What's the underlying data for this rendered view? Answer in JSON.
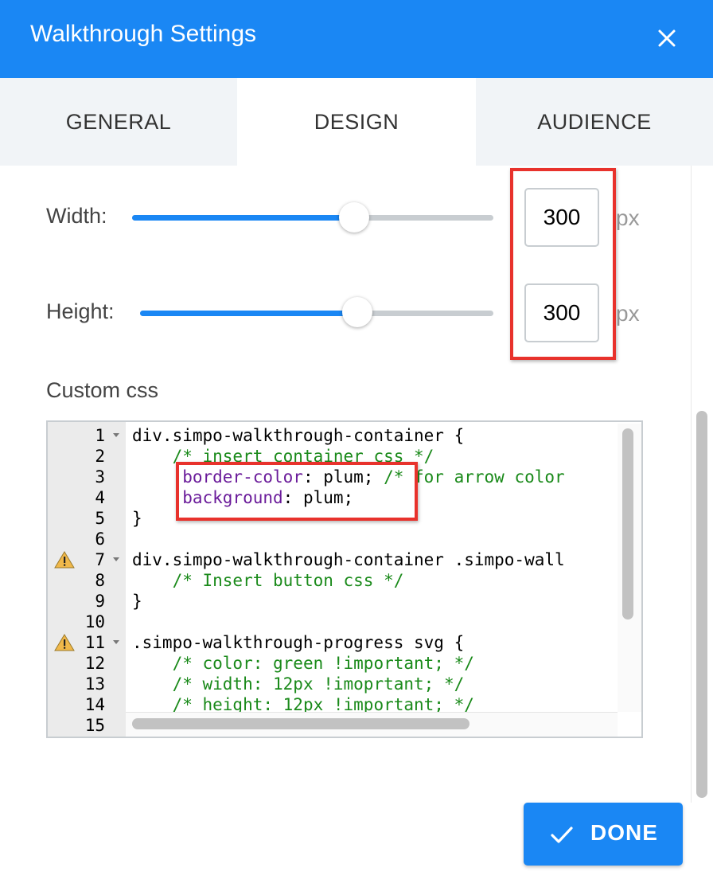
{
  "dialog": {
    "title": "Walkthrough Settings",
    "close_icon": "close-icon"
  },
  "tabs": [
    {
      "label": "GENERAL",
      "active": false
    },
    {
      "label": "DESIGN",
      "active": true
    },
    {
      "label": "AUDIENCE",
      "active": false
    }
  ],
  "width": {
    "label": "Width:",
    "value": "300",
    "unit": "px",
    "slider_fraction": 0.6
  },
  "height": {
    "label": "Height:",
    "value": "300",
    "unit": "px",
    "slider_fraction": 0.6
  },
  "custom_css": {
    "label": "Custom css",
    "line_numbers": [
      "1",
      "2",
      "3",
      "4",
      "5",
      "6",
      "7",
      "8",
      "9",
      "10",
      "11",
      "12",
      "13",
      "14",
      "15"
    ],
    "lines": [
      {
        "segs": [
          {
            "t": "div.simpo-walkthrough-container {",
            "c": "plain"
          }
        ]
      },
      {
        "segs": [
          {
            "t": "    ",
            "c": "plain"
          },
          {
            "t": "/* insert container css */",
            "c": "comment"
          }
        ]
      },
      {
        "segs": [
          {
            "t": "     ",
            "c": "plain"
          },
          {
            "t": "border-color",
            "c": "prop"
          },
          {
            "t": ": plum; ",
            "c": "plain"
          },
          {
            "t": "/* for arrow color",
            "c": "comment"
          }
        ]
      },
      {
        "segs": [
          {
            "t": "     ",
            "c": "plain"
          },
          {
            "t": "background",
            "c": "prop"
          },
          {
            "t": ": plum;",
            "c": "plain"
          }
        ]
      },
      {
        "segs": [
          {
            "t": "}",
            "c": "plain"
          }
        ]
      },
      {
        "segs": []
      },
      {
        "segs": [
          {
            "t": "div.simpo-walkthrough-container .simpo-wall",
            "c": "plain"
          }
        ]
      },
      {
        "segs": [
          {
            "t": "    ",
            "c": "plain"
          },
          {
            "t": "/* Insert button css */",
            "c": "comment"
          }
        ]
      },
      {
        "segs": [
          {
            "t": "}",
            "c": "plain"
          }
        ]
      },
      {
        "segs": []
      },
      {
        "segs": [
          {
            "t": ".simpo-walkthrough-progress svg {",
            "c": "plain"
          }
        ]
      },
      {
        "segs": [
          {
            "t": "    ",
            "c": "plain"
          },
          {
            "t": "/* color: green !important; */",
            "c": "comment"
          }
        ]
      },
      {
        "segs": [
          {
            "t": "    ",
            "c": "plain"
          },
          {
            "t": "/* width: 12px !imoprtant; */",
            "c": "comment"
          }
        ]
      },
      {
        "segs": [
          {
            "t": "    ",
            "c": "plain"
          },
          {
            "t": "/* height: 12px !important; */",
            "c": "comment"
          }
        ]
      },
      {
        "segs": []
      }
    ],
    "fold_lines": [
      "1",
      "7",
      "11"
    ],
    "warning_lines": [
      "7",
      "11"
    ]
  },
  "done_button": {
    "label": "DONE",
    "icon": "check-icon"
  },
  "colors": {
    "accent": "#1a87f4",
    "highlight": "#e8322c",
    "comment": "#1a8a1a",
    "property": "#6a1b9a"
  }
}
